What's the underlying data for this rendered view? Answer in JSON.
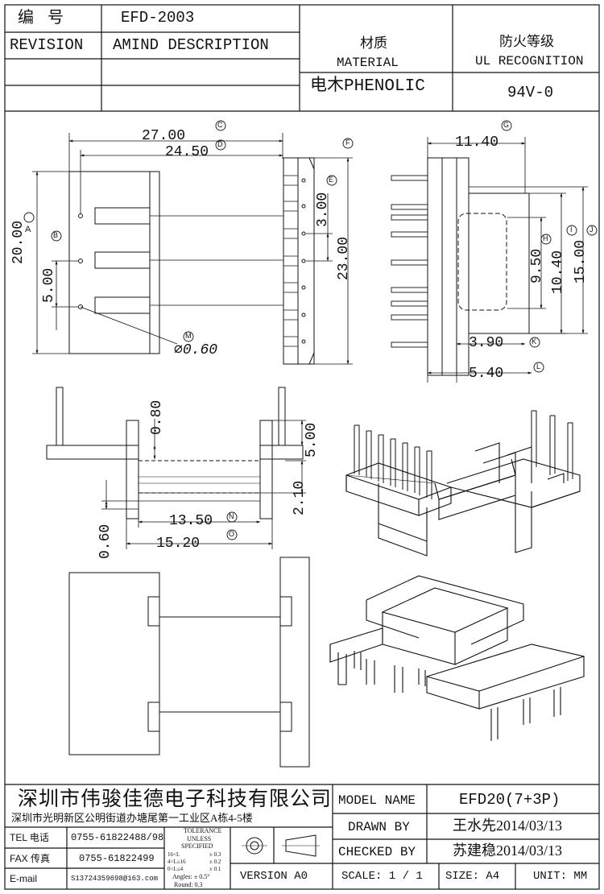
{
  "header": {
    "number_label": "编 号",
    "number_value": "EFD-2003",
    "revision_label": "REVISION",
    "amend_label": "AMIND DESCRIPTION",
    "material_cn": "材质",
    "material_en": "MATERIAL",
    "material_value": "电木PHENOLIC",
    "ul_cn": "防火等级",
    "ul_en": "UL RECOGNITION",
    "ul_value": "94V-0"
  },
  "dimensions": {
    "front_27": "27.00",
    "front_24_5": "24.50",
    "front_20": "20.00",
    "front_5": "5.00",
    "front_pin_dia": "⌀0.60",
    "side_3": "3.00",
    "side_23": "23.00",
    "right_11_4": "11.40",
    "right_9_5": "9.50",
    "right_10_4": "10.40",
    "right_15": "15.00",
    "right_3_9": "3.90",
    "right_5_4": "5.40",
    "bottom_0_8": "0.80",
    "bottom_5": "5.00",
    "bottom_2_1": "2.10",
    "bottom_0_6": "0.60",
    "bottom_13_5": "13.50",
    "bottom_15_2": "15.20"
  },
  "markers": {
    "A": "A",
    "B": "B",
    "C": "C",
    "D": "D",
    "E": "E",
    "F": "F",
    "G": "G",
    "H": "H",
    "I": "I",
    "J": "J",
    "K": "K",
    "L": "L",
    "M": "M",
    "N": "N",
    "O": "O"
  },
  "footer": {
    "company_name": "深圳市伟骏佳德电子科技有限公司",
    "company_address": "深圳市光明新区公明街道办塘尾第一工业区A栋4-5楼",
    "tel_label": "TEL 电话",
    "tel_value": "0755-61822488/98",
    "fax_label": "FAX 传真",
    "fax_value": "0755-61822499",
    "email_label": "E-mail",
    "email_value": "S13724359698@163.com",
    "tol_title_1": "TOLERANCE",
    "tol_title_2": "UNLESS",
    "tol_title_3": "SPECIFIED",
    "tol_1_range": "16<L",
    "tol_1_value": "± 0.3",
    "tol_2_range": "4<L≤16",
    "tol_2_value": "± 0.2",
    "tol_3_range": "0<L≤4",
    "tol_3_value": "± 0.1",
    "tol_angles": "Angles: ± 0.5°",
    "tol_round": "Round: 0.3",
    "version": "VERSION A0",
    "model_label": "MODEL NAME",
    "model_value": "EFD20(7+3P)",
    "drawn_label": "DRAWN BY",
    "drawn_value": "王水先2014/03/13",
    "checked_label": "CHECKED BY",
    "checked_value": "苏建稳2014/03/13",
    "scale": "SCALE: 1 / 1",
    "size": "SIZE: A4",
    "unit": "UNIT: MM"
  }
}
